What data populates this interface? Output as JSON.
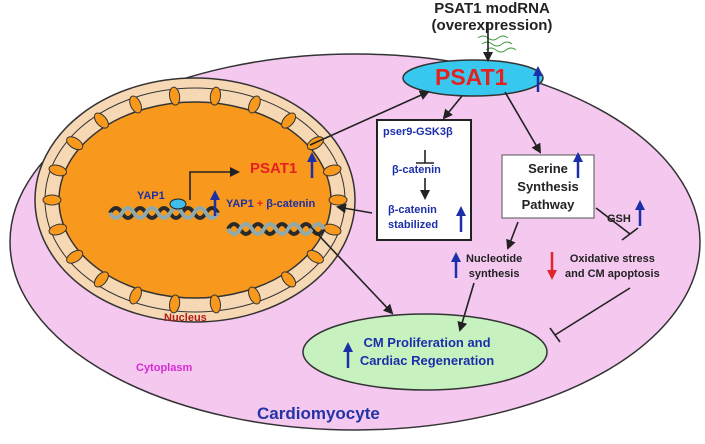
{
  "top_label": {
    "line1": "PSAT1 modRNA",
    "line2": "(overexpression)"
  },
  "psat1_oval_label": "PSAT1",
  "nucleus": {
    "label": "Nucleus",
    "yap1": "YAP1",
    "psat1_gene": "PSAT1",
    "complex": {
      "yap1": "YAP1",
      "plus": "+",
      "bcat": "β-catenin"
    }
  },
  "gsk_box": {
    "line1": "pser9-GSK3β",
    "line2": "β-catenin",
    "line3": "β-catenin",
    "line4": "stabilized"
  },
  "serine_box": {
    "line1": "Serine",
    "line2": "Synthesis",
    "line3": "Pathway"
  },
  "gsh": "GSH",
  "nucleotide": {
    "line1": "Nucleotide",
    "line2": "synthesis"
  },
  "oxidative": {
    "line1": "Oxidative stress",
    "line2": "and CM apoptosis"
  },
  "outcome": {
    "line1": "CM Proliferation and",
    "line2": "Cardiac Regeneration"
  },
  "cytoplasm": "Cytoplasm",
  "cell_label": "Cardiomyocyte",
  "colors": {
    "cell_fill": "#f4c8ef",
    "nucleus_outer": "#f7d8b5",
    "nucleus_inner": "#f8991d",
    "oval_cyan": "#38c8ef",
    "outcome_green": "#c7f2c0",
    "up_arrow_blue": "#1b2fa8",
    "down_arrow_red": "#e0262c",
    "text_red": "#e52020",
    "text_blue": "#1b2fa8",
    "text_magenta": "#d52bd5",
    "cell_label_blue": "#2433a6"
  }
}
